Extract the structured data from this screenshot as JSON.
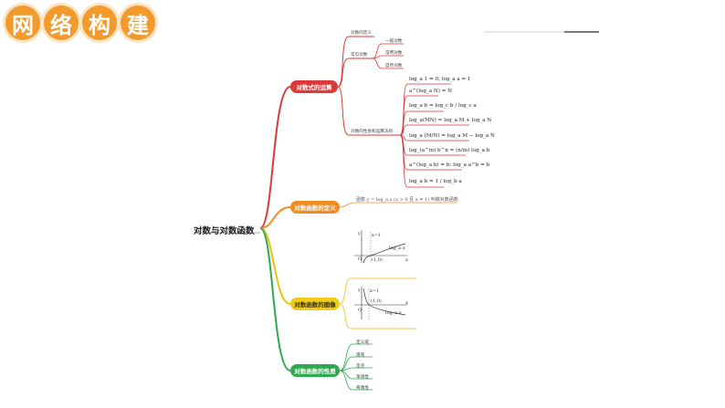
{
  "header": {
    "title_chars": [
      "网",
      "络",
      "构",
      "建"
    ]
  },
  "mindmap": {
    "root": "对数与对数函数",
    "branches": [
      {
        "label": "对数式的运算",
        "color": "#d93a3a",
        "children": [
          "对数的定义",
          "常见对数",
          "对数的性质和运算法则"
        ],
        "common_logs": [
          "一般对数",
          "常用对数",
          "自然对数"
        ],
        "formulas": [
          "log_a 1 = 0;  log_a a = 1",
          "a^(log_a N) = N",
          "log_a b = log_c b / log_c a",
          "log_a(MN) = log_a M + log_a N",
          "log_a (M/N) = log_a M − log_a N",
          "log_(a^m) b^n = (n/m) log_a b",
          "a^(log_a b) = b; log_a a^b = b",
          "log_a b = 1 / log_b a"
        ]
      },
      {
        "label": "对数函数的定义",
        "color": "#f08c24",
        "detail": "函数 y = log_a x (a > 0 且 a ≠ 1) 叫做对数函数"
      },
      {
        "label": "对数函数的图像",
        "color": "#f2cc1a",
        "graph_labels": {
          "x1": "x=1",
          "point": "(1,0)",
          "curve": "log_a x",
          "y_axis": "y",
          "x_axis": "x",
          "origin": "O"
        }
      },
      {
        "label": "对数函数的性质",
        "color": "#2fa84f",
        "children": [
          "定义域",
          "值域",
          "定点",
          "单调性",
          "奇偶性"
        ]
      }
    ]
  }
}
